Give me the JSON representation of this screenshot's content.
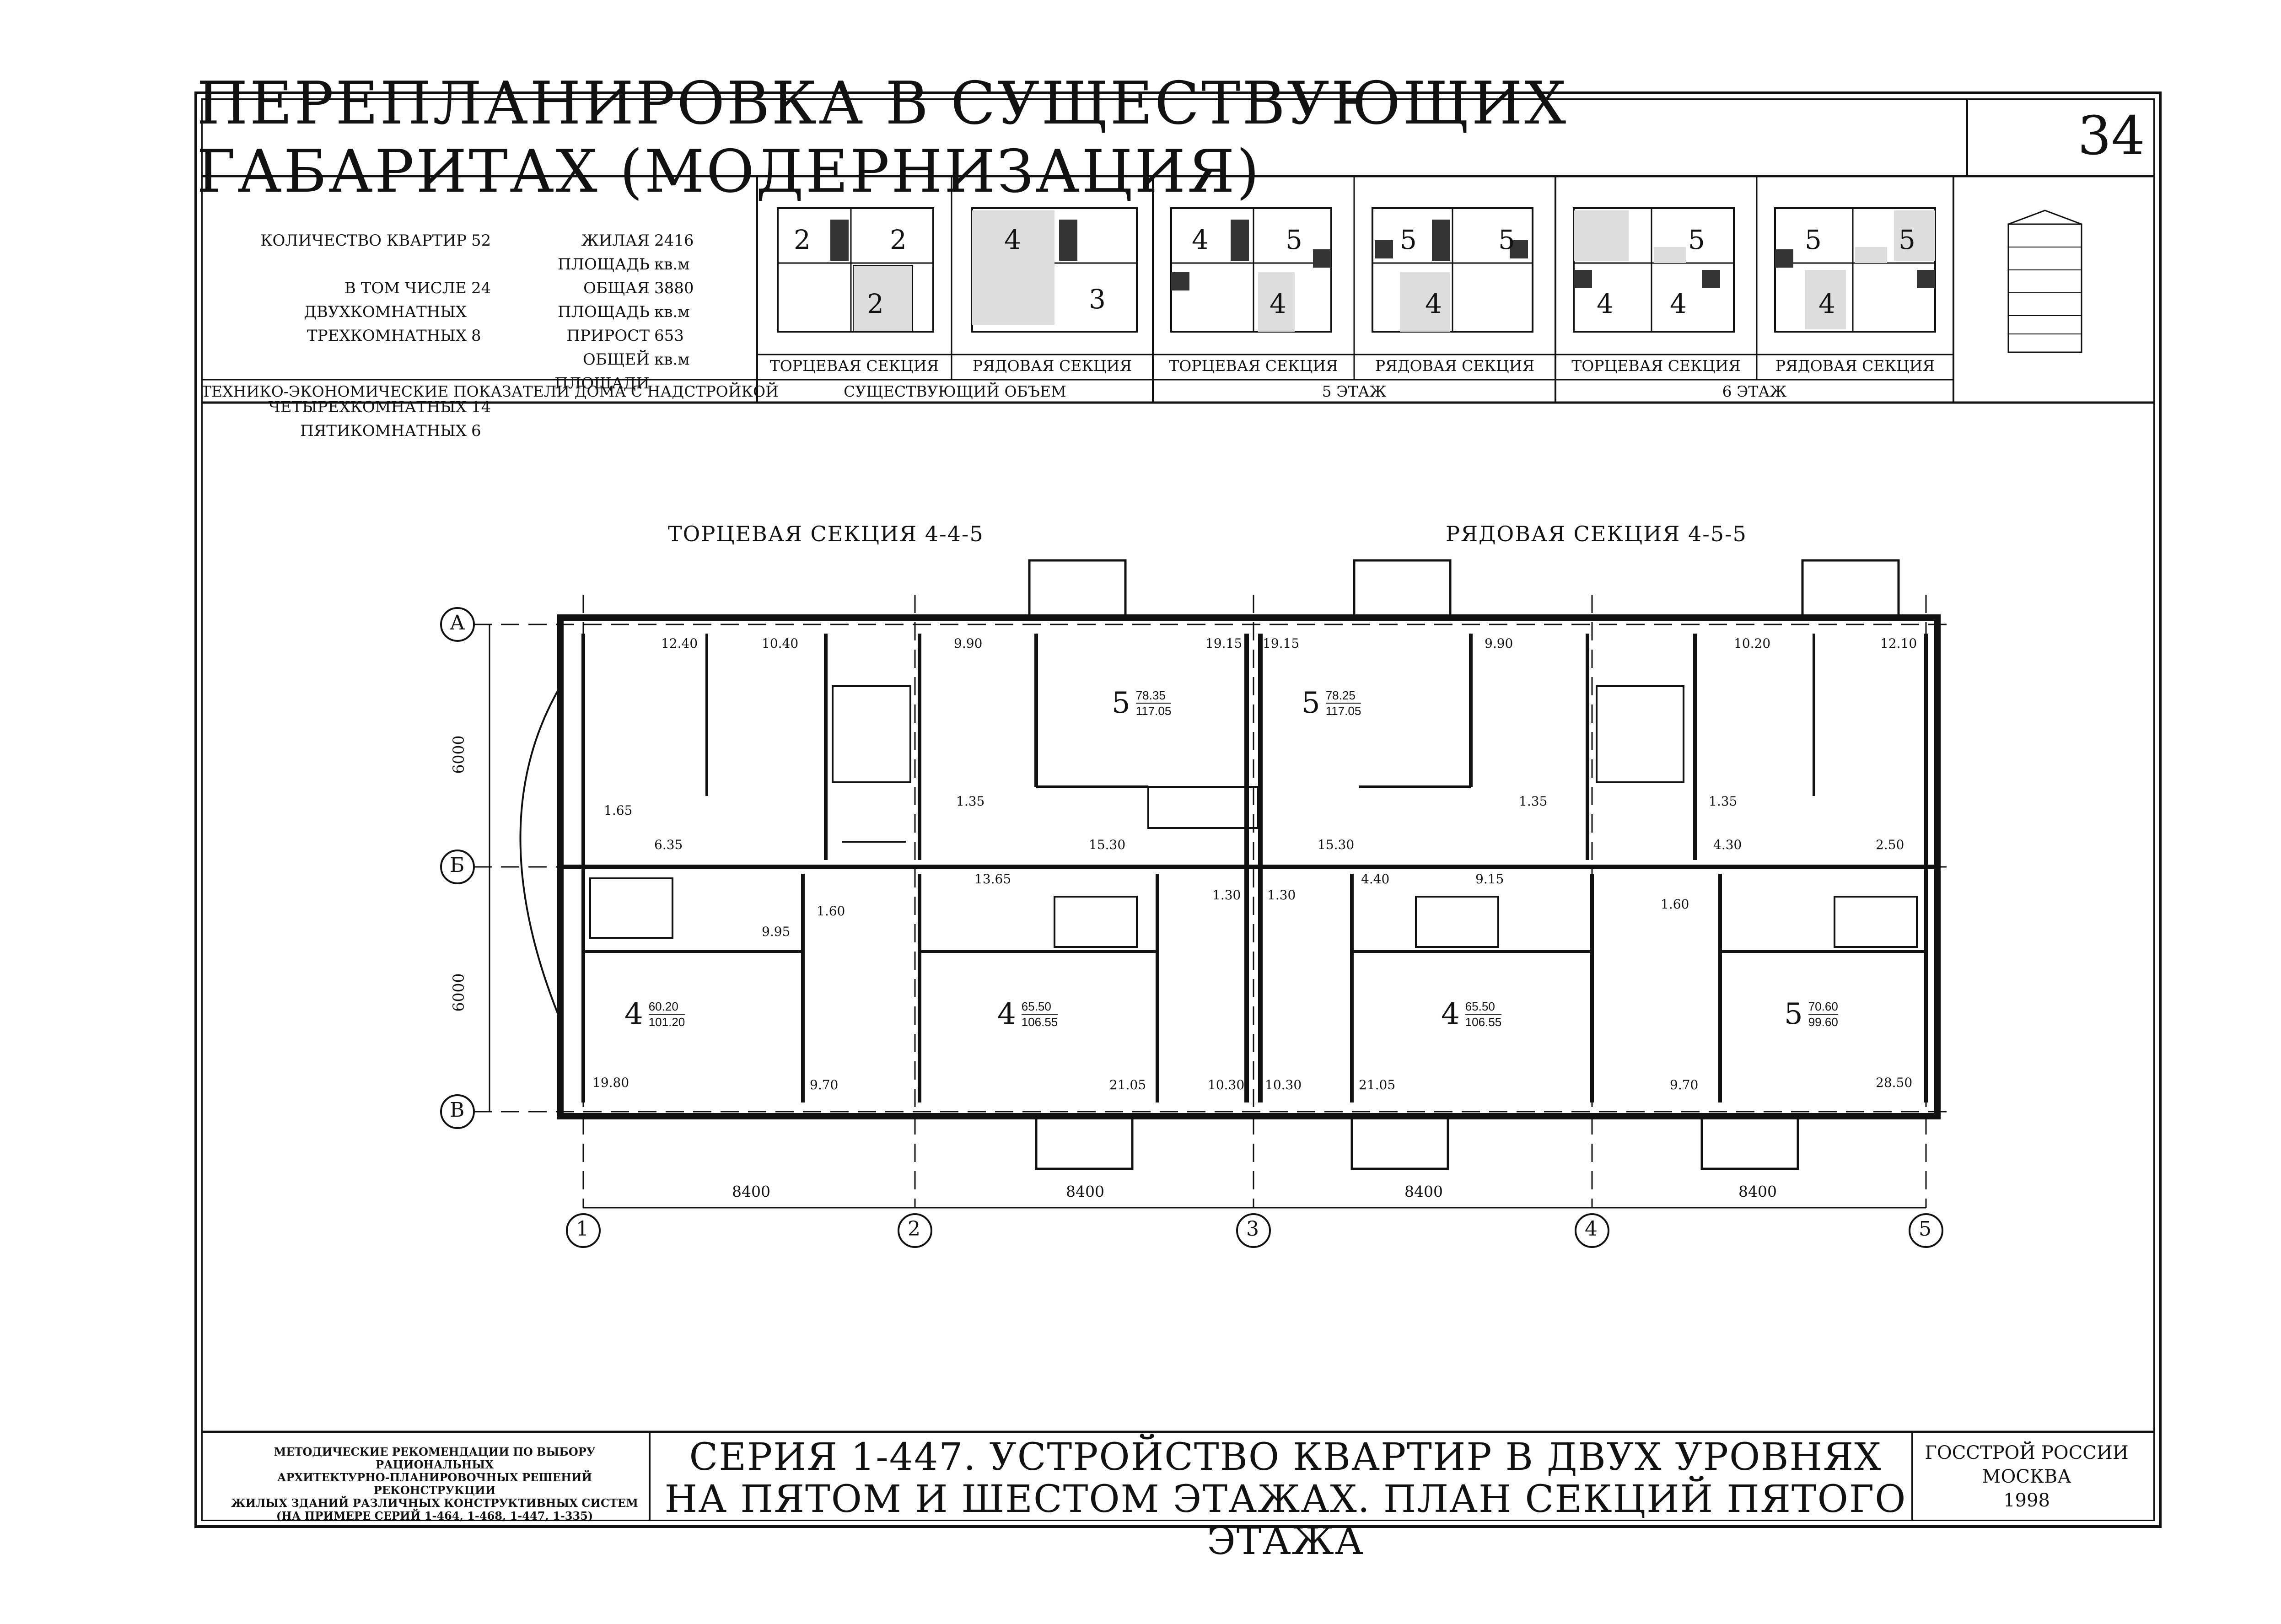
{
  "header": {
    "title": "ПЕРЕПЛАНИРОВКА В СУЩЕСТВУЮЩИХ ГАБАРИТАХ (МОДЕРНИЗАЦИЯ)",
    "page_number": "34"
  },
  "stats": {
    "caption": "ТЕХНИКО-ЭКОНОМИЧЕСКИЕ ПОКАЗАТЕЛИ ДОМА С НАДСТРОЙКОЙ",
    "rows": [
      {
        "label": "КОЛИЧЕСТВО КВАРТИР",
        "value": "52"
      },
      {
        "label": "В ТОМ ЧИСЛЕ ДВУХКОМНАТНЫХ",
        "value": "24"
      },
      {
        "label": "ТРЕХКОМНАТНЫХ",
        "value": "8"
      },
      {
        "label": "ЧЕТЫРЕХКОМНАТНЫХ",
        "value": "14"
      },
      {
        "label": "ПЯТИКОМНАТНЫХ",
        "value": "6"
      }
    ],
    "areas": [
      {
        "label": "ЖИЛАЯ ПЛОЩАДЬ",
        "value": "2416 кв.м"
      },
      {
        "label": "ОБЩАЯ ПЛОЩАДЬ",
        "value": "3880 кв.м"
      },
      {
        "label": "ПРИРОСТ ОБЩЕЙ ПЛОЩАДИ",
        "value": "653 кв.м"
      }
    ]
  },
  "schemes": {
    "labels": [
      "ТОРЦЕВАЯ СЕКЦИЯ",
      "РЯДОВАЯ СЕКЦИЯ",
      "ТОРЦЕВАЯ СЕКЦИЯ",
      "РЯДОВАЯ СЕКЦИЯ",
      "ТОРЦЕВАЯ СЕКЦИЯ",
      "РЯДОВАЯ СЕКЦИЯ"
    ],
    "groups": [
      "СУЩЕСТВУЮЩИЙ ОБЪЕМ",
      "5 ЭТАЖ",
      "6 ЭТАЖ"
    ],
    "numbers": [
      [
        "2",
        "2",
        "2"
      ],
      [
        "4",
        "3"
      ],
      [
        "4",
        "5",
        "4"
      ],
      [
        "5",
        "5",
        "4"
      ],
      [
        "5",
        "4",
        "4"
      ],
      [
        "5",
        "5",
        "4"
      ]
    ]
  },
  "plan": {
    "section_left": "ТОРЦЕВАЯ СЕКЦИЯ 4-4-5",
    "section_right": "РЯДОВАЯ СЕКЦИЯ 4-5-5",
    "axes_letters": [
      "А",
      "Б",
      "В"
    ],
    "axes_numbers": [
      "1",
      "2",
      "3",
      "4",
      "5"
    ],
    "dim_vertical": [
      "6000",
      "6000"
    ],
    "dim_horizontal": [
      "8400",
      "8400",
      "8400",
      "8400"
    ],
    "room_areas": [
      "12.40",
      "10.40",
      "9.90",
      "19.15",
      "19.15",
      "9.90",
      "10.20",
      "12.10",
      "1.65",
      "6.35",
      "1.35",
      "15.30",
      "15.30",
      "1.35",
      "1.35",
      "4.30",
      "2.50",
      "13.65",
      "1.30",
      "1.30",
      "4.40",
      "9.15",
      "9.95",
      "1.60",
      "1.60",
      "19.80",
      "9.70",
      "21.05",
      "10.30",
      "10.30",
      "21.05",
      "9.70",
      "28.50"
    ],
    "apartments": [
      {
        "rooms": "5",
        "living": "78.35",
        "total": "117.05"
      },
      {
        "rooms": "5",
        "living": "78.25",
        "total": "117.05"
      },
      {
        "rooms": "4",
        "living": "60.20",
        "total": "101.20"
      },
      {
        "rooms": "4",
        "living": "65.50",
        "total": "106.55"
      },
      {
        "rooms": "4",
        "living": "65.50",
        "total": "106.55"
      },
      {
        "rooms": "5",
        "living": "70.60",
        "total": "99.60"
      }
    ]
  },
  "footer": {
    "method_lines": [
      "МЕТОДИЧЕСКИЕ РЕКОМЕНДАЦИИ ПО ВЫБОРУ РАЦИОНАЛЬНЫХ",
      "АРХИТЕКТУРНО-ПЛАНИРОВОЧНЫХ РЕШЕНИЙ РЕКОНСТРУКЦИИ",
      "ЖИЛЫХ ЗДАНИЙ РАЗЛИЧНЫХ КОНСТРУКТИВНЫХ СИСТЕМ",
      "(НА ПРИМЕРЕ СЕРИЙ 1-464, 1-468, 1-447, 1-335)"
    ],
    "title_line1": "СЕРИЯ 1-447. УСТРОЙСТВО КВАРТИР В ДВУХ УРОВНЯХ",
    "title_line2": "НА ПЯТОМ И ШЕСТОМ ЭТАЖАХ. ПЛАН СЕКЦИЙ ПЯТОГО ЭТАЖА",
    "org_lines": [
      "ГОССТРОЙ РОССИИ",
      "МОСКВА",
      "1998"
    ]
  }
}
